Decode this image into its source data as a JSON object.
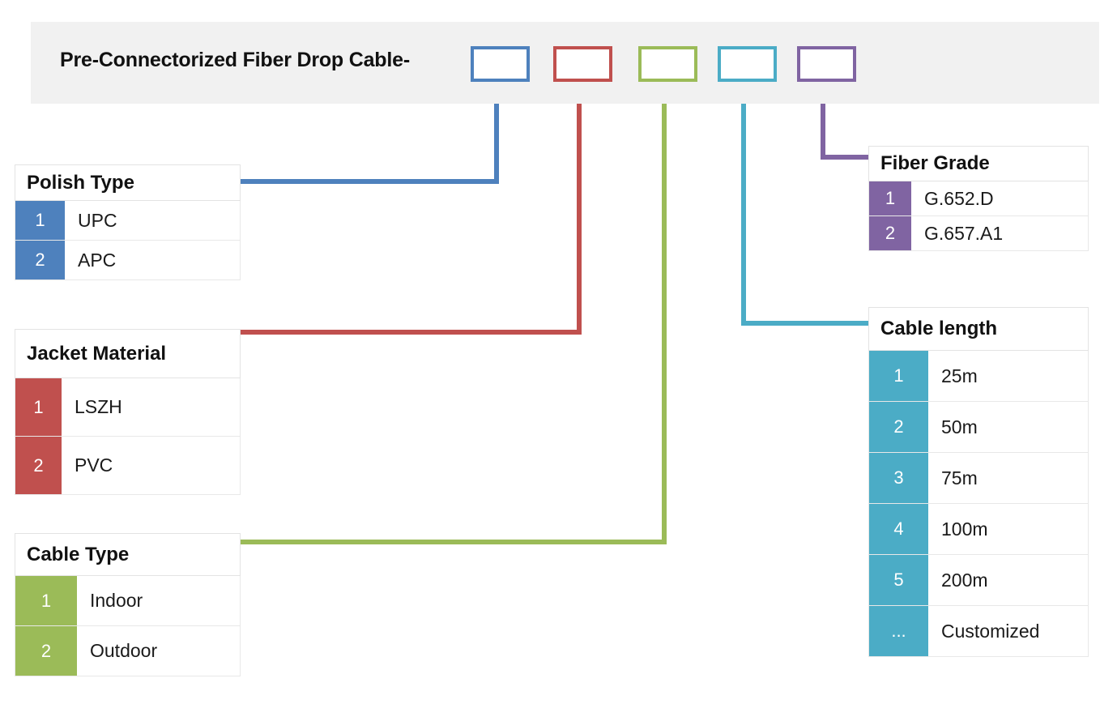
{
  "header": {
    "title": "Pre-Connectorized Fiber Drop Cable-",
    "band_color": "#f1f1f1",
    "boxes": [
      {
        "name": "polish-type",
        "color": "#4e81bd",
        "value": ""
      },
      {
        "name": "jacket-material",
        "color": "#c0504e",
        "value": ""
      },
      {
        "name": "cable-type",
        "color": "#9bbb58",
        "value": ""
      },
      {
        "name": "cable-length",
        "color": "#4bacc6",
        "value": ""
      },
      {
        "name": "fiber-grade",
        "color": "#8064a2",
        "value": ""
      }
    ]
  },
  "tables": {
    "polish_type": {
      "title": "Polish Type",
      "color": "#4e81bd",
      "rows": [
        {
          "code": "1",
          "label": "UPC"
        },
        {
          "code": "2",
          "label": "APC"
        }
      ]
    },
    "jacket_material": {
      "title": "Jacket Material",
      "color": "#c0504e",
      "rows": [
        {
          "code": "1",
          "label": "LSZH"
        },
        {
          "code": "2",
          "label": "PVC"
        }
      ]
    },
    "cable_type": {
      "title": "Cable Type",
      "color": "#9bbb58",
      "rows": [
        {
          "code": "1",
          "label": "Indoor"
        },
        {
          "code": "2",
          "label": "Outdoor"
        }
      ]
    },
    "fiber_grade": {
      "title": "Fiber Grade",
      "color": "#8064a2",
      "rows": [
        {
          "code": "1",
          "label": "G.652.D"
        },
        {
          "code": "2",
          "label": "G.657.A1"
        }
      ]
    },
    "cable_length": {
      "title": "Cable length",
      "color": "#4bacc6",
      "rows": [
        {
          "code": "1",
          "label": "25m"
        },
        {
          "code": "2",
          "label": "50m"
        },
        {
          "code": "3",
          "label": "75m"
        },
        {
          "code": "4",
          "label": "100m"
        },
        {
          "code": "5",
          "label": "200m"
        },
        {
          "code": "...",
          "label": "Customized"
        }
      ]
    }
  }
}
